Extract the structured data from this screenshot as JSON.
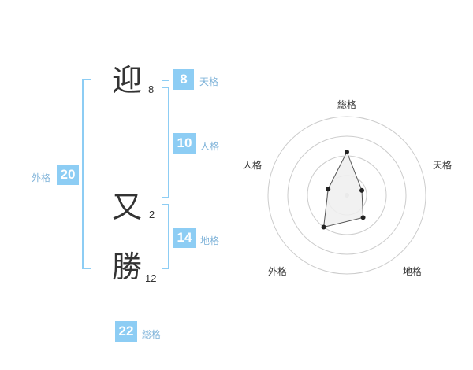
{
  "name": {
    "chars": [
      {
        "char": "迎",
        "strokes": "8"
      },
      {
        "char": "又",
        "strokes": "2"
      },
      {
        "char": "勝",
        "strokes": "12"
      }
    ]
  },
  "fortune": {
    "tenkaku": {
      "value": "8",
      "label": "天格"
    },
    "jinkaku": {
      "value": "10",
      "label": "人格"
    },
    "chikaku": {
      "value": "14",
      "label": "地格"
    },
    "gaikaku": {
      "value": "20",
      "label": "外格"
    },
    "soukaku": {
      "value": "22",
      "label": "総格"
    }
  },
  "chart_data": {
    "type": "radar",
    "axes": [
      "総格",
      "天格",
      "地格",
      "外格",
      "人格"
    ],
    "values": [
      22,
      8,
      14,
      20,
      10
    ],
    "rings": 4,
    "colors": {
      "ring": "#cccccc",
      "fill": "#eeeeee",
      "line": "#555555",
      "point": "#222222",
      "center": "#cccccc"
    }
  }
}
